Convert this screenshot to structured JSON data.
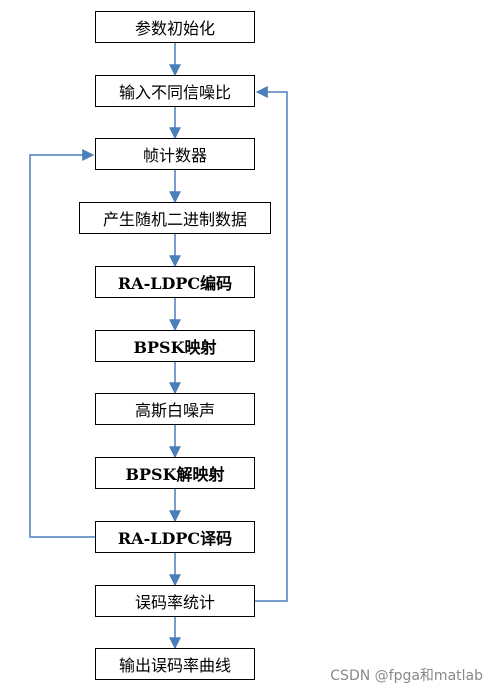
{
  "flowchart": {
    "steps": [
      "参数初始化",
      "输入不同信噪比",
      "帧计数器",
      "产生随机二进制数据",
      "RA-LDPC编码",
      "BPSK映射",
      "高斯白噪声",
      "BPSK解映射",
      "RA-LDPC译码",
      "误码率统计",
      "输出误码率曲线"
    ],
    "arrow_color": "#4a7ebb"
  },
  "watermark": "CSDN @fpga和matlab"
}
